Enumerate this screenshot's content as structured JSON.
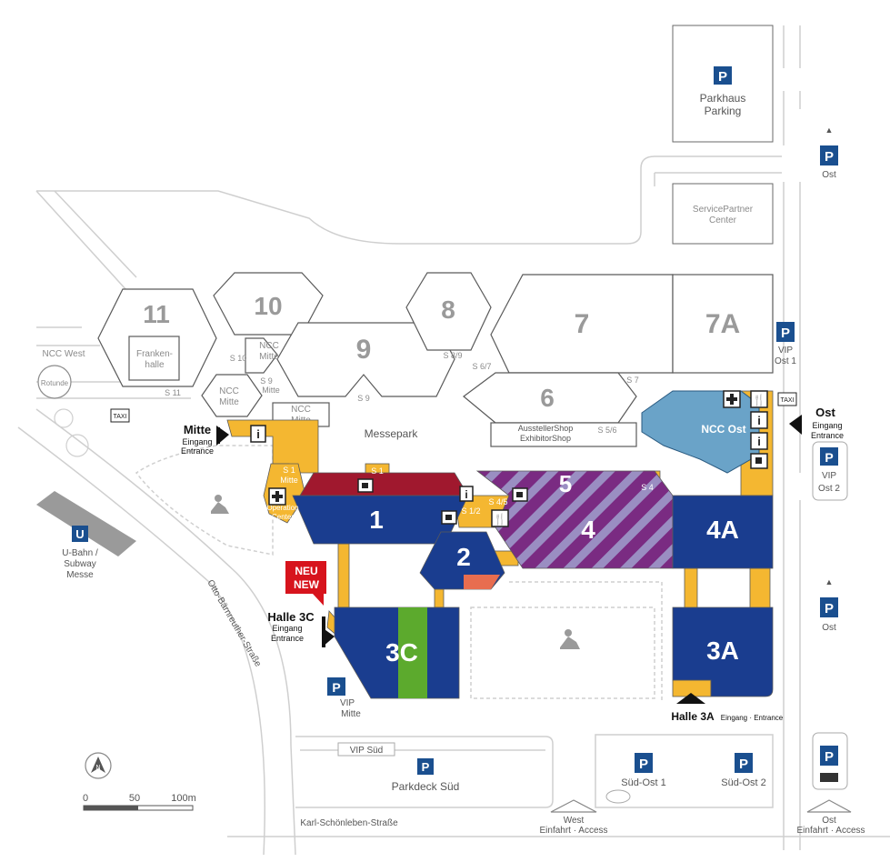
{
  "colors": {
    "hall_blue": "#1a3d8f",
    "hall_outline": "#5a5a5a",
    "corridor_yellow": "#f4b731",
    "ncc_ost_blue": "#6aa3c8",
    "hall1_red": "#a0182e",
    "hall5_purple": "#7a2b82",
    "hall5_stripe": "#9a8ec2",
    "hall3c_green": "#5caa2d",
    "orange_area": "#e86d4f",
    "parking_blue": "#1a4f8f",
    "neu_red": "#d7141d",
    "road_grey": "#cfcfcf",
    "text_grey": "#8a8a8a"
  },
  "halls": {
    "h11": "11",
    "h10": "10",
    "h9": "9",
    "h8": "8",
    "h7": "7",
    "h7a": "7A",
    "h6": "6",
    "h5": "5",
    "h4": "4",
    "h4a": "4A",
    "h3a": "3A",
    "h3c": "3C",
    "h2": "2",
    "h1": "1"
  },
  "labels": {
    "parkhaus_1": "Parkhaus",
    "parkhaus_2": "Parking",
    "servicepartner_1": "ServicePartner",
    "servicepartner_2": "Center",
    "ost_top": "Ost",
    "ost_mid": "Ost",
    "vip_ost1_1": "VIP",
    "vip_ost1_2": "Ost 1",
    "vip_ost2_1": "VIP",
    "vip_ost2_2": "Ost 2",
    "ost_entrance_1": "Ost",
    "ost_entrance_2": "Eingang",
    "ost_entrance_3": "Entrance",
    "ncc_ost": "NCC Ost",
    "ncc_west": "NCC West",
    "rotunde": "Rotunde",
    "frankenhalle_1": "Franken-",
    "frankenhalle_2": "halle",
    "ncc_mitte_a_1": "NCC",
    "ncc_mitte_a_2": "Mitte",
    "ncc_mitte_b_1": "NCC",
    "ncc_mitte_b_2": "Mitte",
    "ncc_mitte_c_1": "NCC",
    "ncc_mitte_c_2": "Mitte",
    "s10": "S 10",
    "s9_mitte_1": "S 9",
    "s9_mitte_2": "Mitte",
    "s11": "S 11",
    "s9": "S 9",
    "s89": "S 8/9",
    "s67": "S 6/7",
    "s7": "S 7",
    "s56": "S 5/6",
    "s4": "S 4",
    "s1": "S 1",
    "s1_mitte_1": "S 1",
    "s1_mitte_2": "Mitte",
    "s45": "S 4/5",
    "s12": "S 1/2",
    "operation_1": "Operation",
    "operation_2": "Center",
    "ausstellershop_1": "AusstellerShop",
    "ausstellershop_2": "ExhibitorShop",
    "messepark": "Messepark",
    "taxi_left": "TAXI",
    "taxi_right": "TAXI",
    "mitte_1": "Mitte",
    "mitte_2": "Eingang",
    "mitte_3": "Entrance",
    "ubahn_1": "U-Bahn /",
    "ubahn_2": "Subway",
    "ubahn_3": "Messe",
    "ubahn_icon": "U",
    "neu": "NEU",
    "new": "NEW",
    "halle3c_1": "Halle 3C",
    "halle3c_2": "Eingang",
    "halle3c_3": "Entrance",
    "vip_mitte_1": "VIP",
    "vip_mitte_2": "Mitte",
    "vip_sued": "VIP Süd",
    "parkdeck_sued": "Parkdeck Süd",
    "otto_street": "Otto-Bärnreuther-Straße",
    "karl_street": "Karl-Schönleben-Straße",
    "west_1": "West",
    "west_2": "Einfahrt · Access",
    "ost_access_1": "Ost",
    "ost_access_2": "Einfahrt · Access",
    "halle3a_1": "Halle 3A",
    "halle3a_2": "Eingang · Entrance",
    "suedost1": "Süd-Ost 1",
    "suedost2": "Süd-Ost 2",
    "scale_0": "0",
    "scale_50": "50",
    "scale_100": "100m",
    "compass_n": "N",
    "p": "P"
  },
  "icons": [
    "parking-icon",
    "parkhaus-icon",
    "info-icon",
    "first-aid-icon",
    "restaurant-icon",
    "coffee-icon",
    "construction-icon",
    "bus-icon",
    "subway-icon",
    "taxi-icon",
    "compass-icon",
    "entrance-arrow-icon"
  ]
}
